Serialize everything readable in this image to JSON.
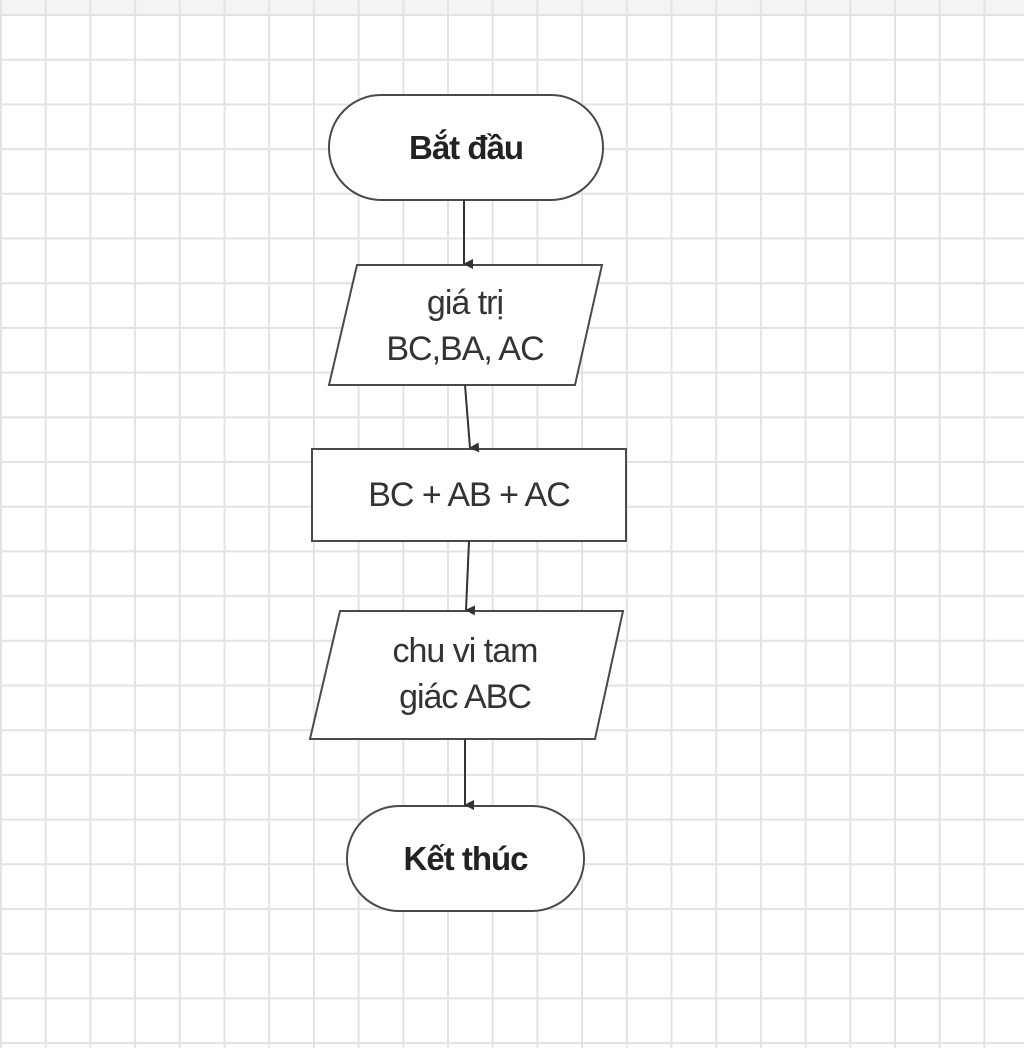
{
  "colors": {
    "grid": "#e3e3e3",
    "stroke": "#4a4a4a",
    "text": "#333333"
  },
  "nodes": {
    "start": {
      "label": "Bắt đầu",
      "shape": "terminator"
    },
    "input": {
      "line1": "giá trị",
      "line2": "BC,BA, AC",
      "shape": "parallelogram"
    },
    "process": {
      "label": "BC + AB + AC",
      "shape": "rectangle"
    },
    "output": {
      "line1": "chu vi tam",
      "line2": "giác ABC",
      "shape": "parallelogram"
    },
    "end": {
      "label": "Kết thúc",
      "shape": "terminator"
    }
  }
}
